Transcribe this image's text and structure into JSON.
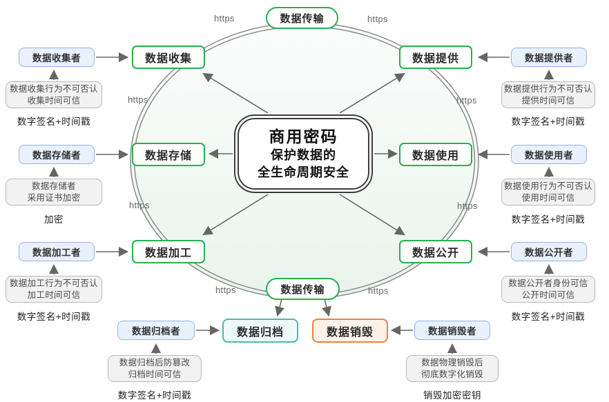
{
  "diagram": {
    "center": {
      "title": "商用密码",
      "subtitle1": "保护数据的",
      "subtitle2": "全生命周期安全"
    },
    "transmission": {
      "top": "数据传输",
      "bottom": "数据传输"
    },
    "https": "https",
    "nodes": {
      "collect": "数据收集",
      "provide": "数据提供",
      "store": "数据存储",
      "use": "数据使用",
      "process": "数据加工",
      "publish": "数据公开",
      "archive": "数据归档",
      "destroy": "数据销毁"
    },
    "actors": {
      "collector": {
        "name": "数据收集者",
        "note1": "数据收集行为不可否认",
        "note2": "收集时间可信",
        "measure": "数字签名+时间戳"
      },
      "storer": {
        "name": "数据存储者",
        "note1": "数据存储者",
        "note2": "采用证书加密",
        "measure": "加密"
      },
      "processor": {
        "name": "数据加工者",
        "note1": "数据加工行为不可否认",
        "note2": "加工时间可信",
        "measure": "数字签名+时间戳"
      },
      "provider": {
        "name": "数据提供者",
        "note1": "数据提供行为不可否认",
        "note2": "提供时间可信",
        "measure": "数字签名+时间戳"
      },
      "user": {
        "name": "数据使用者",
        "note1": "数据使用行为不可否认",
        "note2": "使用时间可信",
        "measure": "数字签名+时间戳"
      },
      "publisher": {
        "name": "数据公开者",
        "note1": "数据公开者身份可信",
        "note2": "公开时间可信",
        "measure": "数字签名+时间戳"
      },
      "archiver": {
        "name": "数据归档者",
        "note1": "数据归档后防篡改",
        "note2": "归档时间可信",
        "measure": "数字签名+时间戳"
      },
      "destroyer": {
        "name": "数据销毁者",
        "note1": "数据物理销毁后",
        "note2": "彻底数字化销毁",
        "measure": "销毁加密密钥"
      }
    },
    "colors": {
      "node_green": "#23b14d",
      "archive_teal": "#53b5a9",
      "destroy_orange": "#e9823f",
      "actor_blue_border": "#8fb4ea",
      "actor_blue_fill": "#e9f1fd",
      "note_fill": "#f2f2f2",
      "note_border": "#b8b8b8",
      "arrow_gray": "#666666",
      "ring_gray": "#8a8a8a"
    }
  }
}
